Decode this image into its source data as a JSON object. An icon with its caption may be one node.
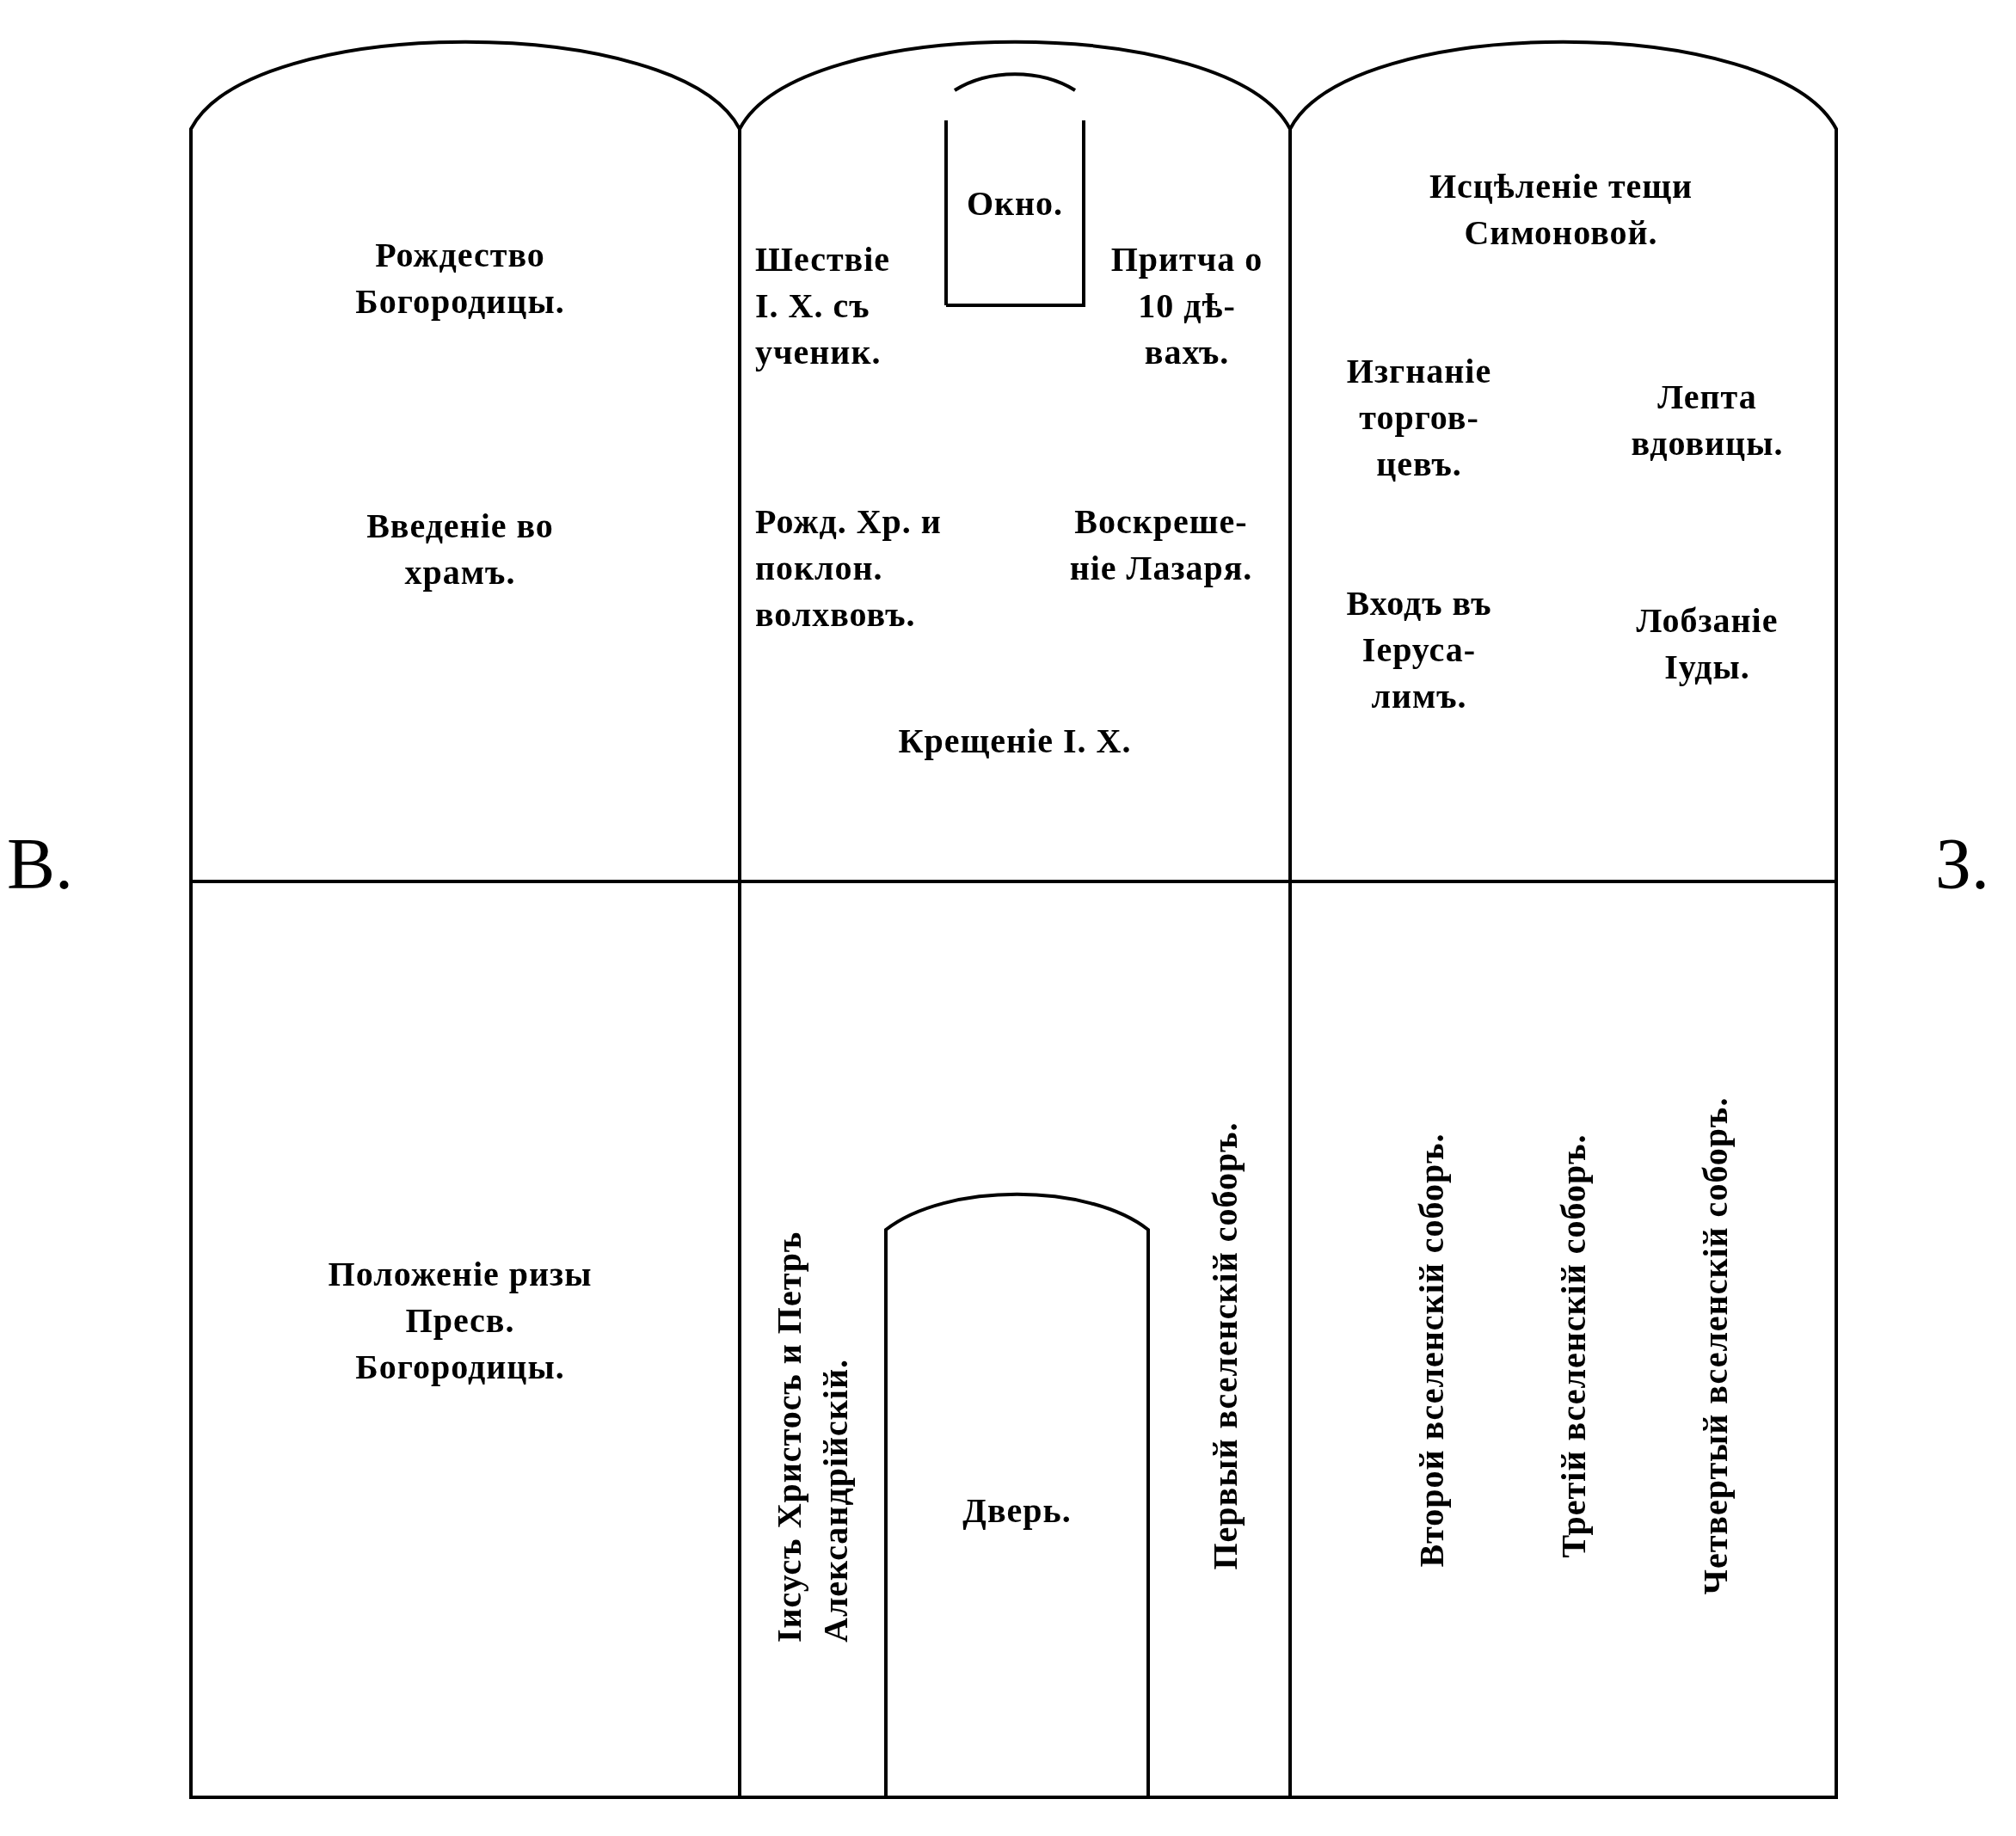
{
  "diagram": {
    "nodes": [
      {
        "text": [
          "Рождество Богородицы.",
          "Введеніе во храмъ."
        ]
      },
      {
        "text": [
          "Шествіе І. Х. съ ученик.",
          "Притча о 10 дѣ- вахъ.",
          "Рожд. Хр. и поклон. волхвовъ.",
          "Воскреше- ніе Лазаря.",
          "Крещеніе І. Х."
        ]
      },
      {
        "text": [
          "Окно."
        ],
        "in": 1
      },
      {
        "text": [
          "Исцѣленіе тещи Симоновой.",
          "Изгнаніе торгов- цевъ.",
          "Лепта вдовицы.",
          "Входъ въ Іеруса- лимъ.",
          "Лобзаніе Іуды."
        ]
      },
      {
        "text": [
          "Положеніе ризы Пресв. Богородицы."
        ]
      },
      {
        "text": [
          "Іисусъ Христосъ и Петръ Александрійскій.",
          "Первый вселенскій соборъ."
        ]
      },
      {
        "text": [
          "Дверь."
        ],
        "in": 5
      },
      {
        "text": [
          "Второй вселенскій соборъ.",
          "Третій вселенскій соборъ.",
          "Четвертый вселенскій соборъ."
        ]
      }
    ],
    "labels": [
      "В.",
      "З."
    ]
  }
}
